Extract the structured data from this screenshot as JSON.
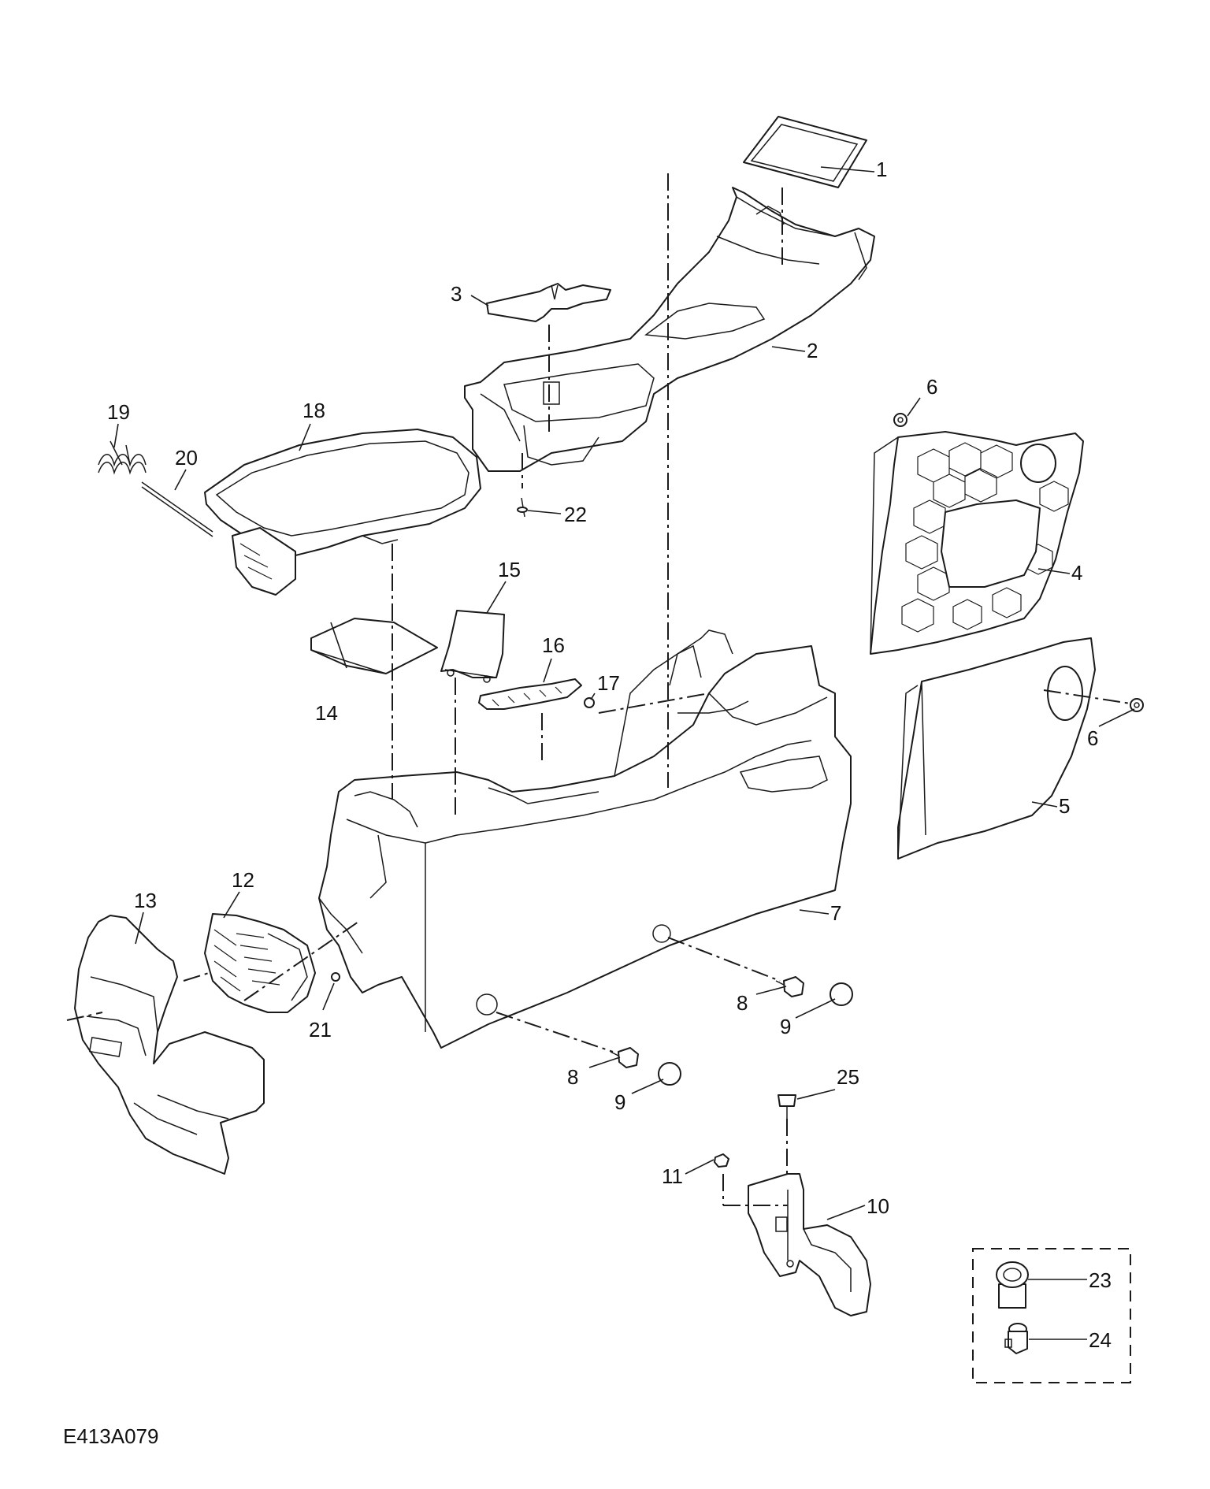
{
  "figure_id": "E413A079",
  "callouts": [
    "1",
    "2",
    "3",
    "4",
    "5",
    "6",
    "6",
    "7",
    "8",
    "8",
    "9",
    "9",
    "10",
    "11",
    "12",
    "13",
    "14",
    "15",
    "16",
    "17",
    "18",
    "19",
    "20",
    "21",
    "22",
    "23",
    "24",
    "25"
  ]
}
